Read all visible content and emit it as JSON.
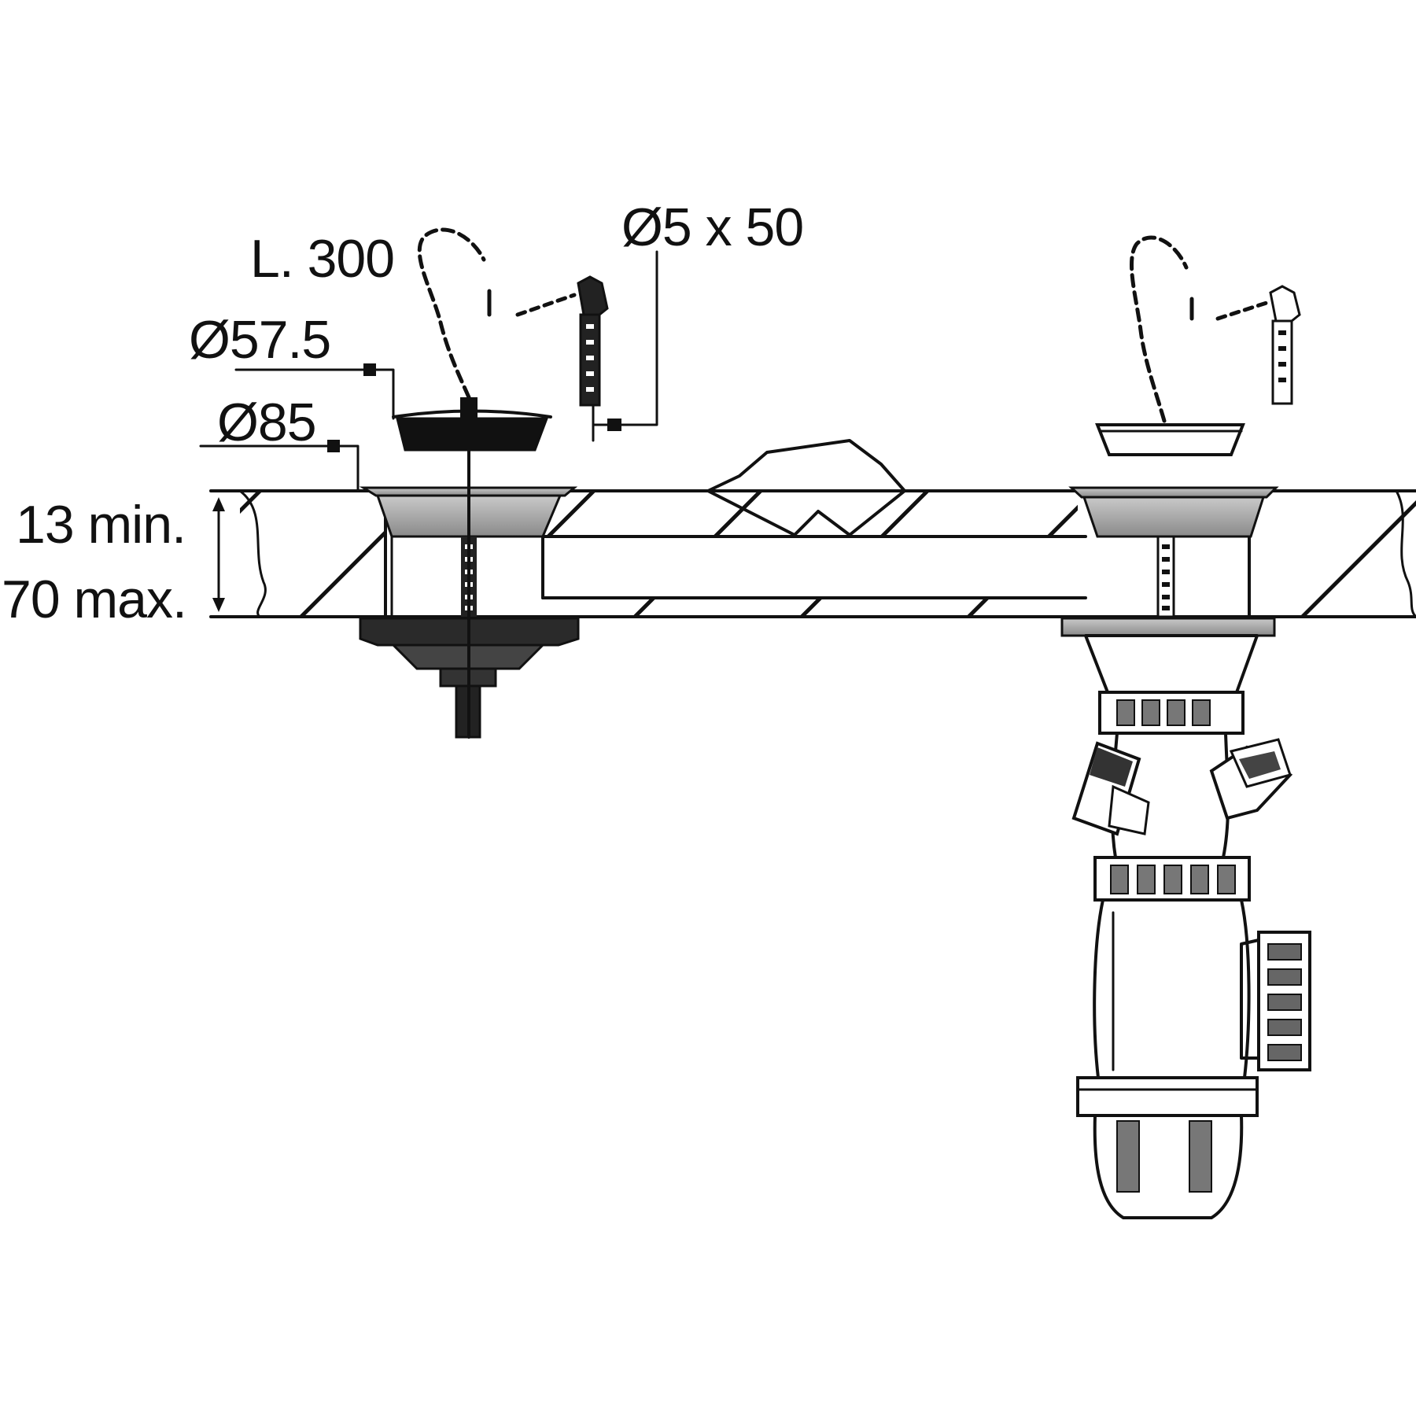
{
  "dimensions": {
    "chain_length": "L. 300",
    "pin": "Ø5 x 50",
    "inner_diameter": "Ø57.5",
    "outer_diameter": "Ø85",
    "thickness_min": "13 min.",
    "thickness_max": "70 max."
  },
  "colors": {
    "ink": "#111111",
    "metal": "#9a9a9a",
    "background": "#ffffff"
  }
}
